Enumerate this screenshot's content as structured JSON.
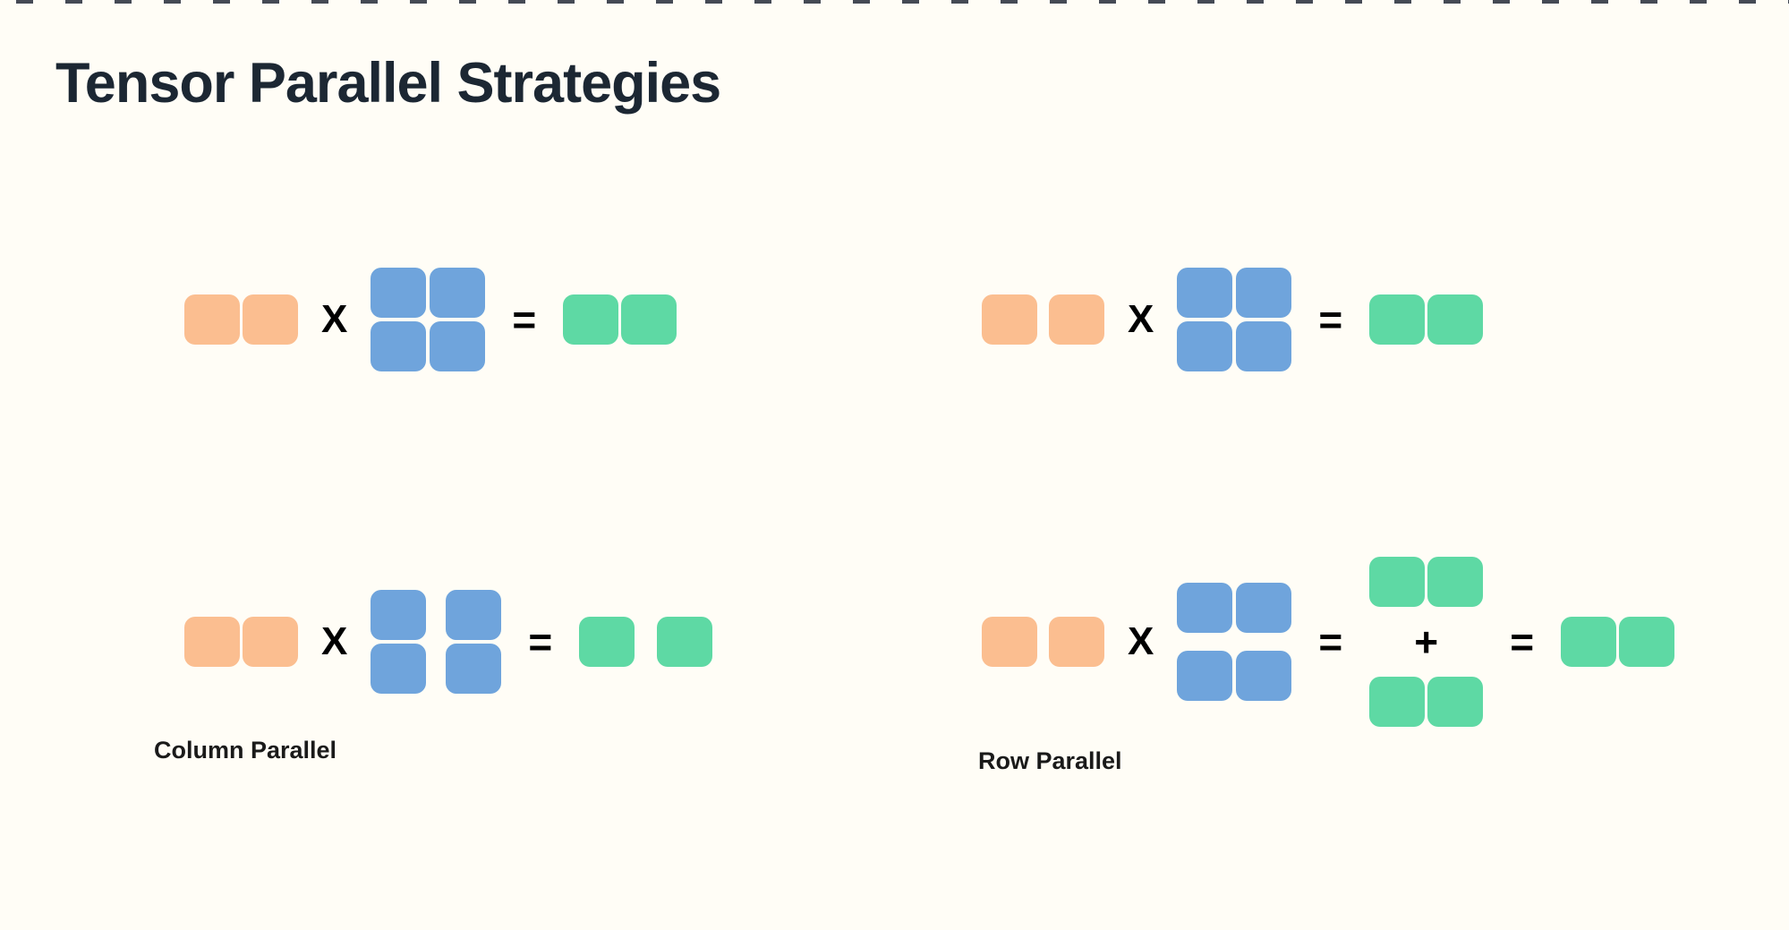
{
  "title": "Tensor Parallel Strategies",
  "operators": {
    "multiply": "X",
    "equals": "=",
    "plus": "+"
  },
  "colors": {
    "background": "#FFFDF6",
    "orange": "#FBBE90",
    "blue": "#6FA4DC",
    "green": "#5ED9A4",
    "title_text": "#1C2733",
    "label_text": "#1A1A1A",
    "operator_text": "#000000",
    "edge_dash": "#454A55"
  },
  "groups": {
    "top_left": {
      "label": "",
      "input": {
        "cols": 2,
        "split": "none",
        "color": "orange"
      },
      "weight": {
        "rows": 2,
        "cols": 2,
        "split": "none",
        "color": "blue"
      },
      "output": {
        "cols": 2,
        "split": "none",
        "color": "green"
      }
    },
    "top_right": {
      "label": "",
      "input": {
        "cols": 2,
        "split": "columns",
        "color": "orange"
      },
      "weight": {
        "rows": 2,
        "cols": 2,
        "split": "none",
        "color": "blue"
      },
      "output": {
        "cols": 2,
        "split": "none",
        "color": "green"
      }
    },
    "column_parallel": {
      "label": "Column Parallel",
      "input": {
        "cols": 2,
        "split": "none",
        "color": "orange"
      },
      "weight": {
        "rows": 2,
        "cols": 2,
        "split": "columns",
        "color": "blue"
      },
      "output": {
        "cols": 2,
        "split": "columns",
        "color": "green"
      }
    },
    "row_parallel": {
      "label": "Row Parallel",
      "input": {
        "cols": 2,
        "split": "columns",
        "color": "orange"
      },
      "weight": {
        "rows": 2,
        "cols": 2,
        "split": "rows",
        "color": "blue"
      },
      "partial_outputs": {
        "count": 2,
        "cols": 2,
        "color": "green"
      },
      "output": {
        "cols": 2,
        "split": "none",
        "color": "green"
      }
    }
  }
}
